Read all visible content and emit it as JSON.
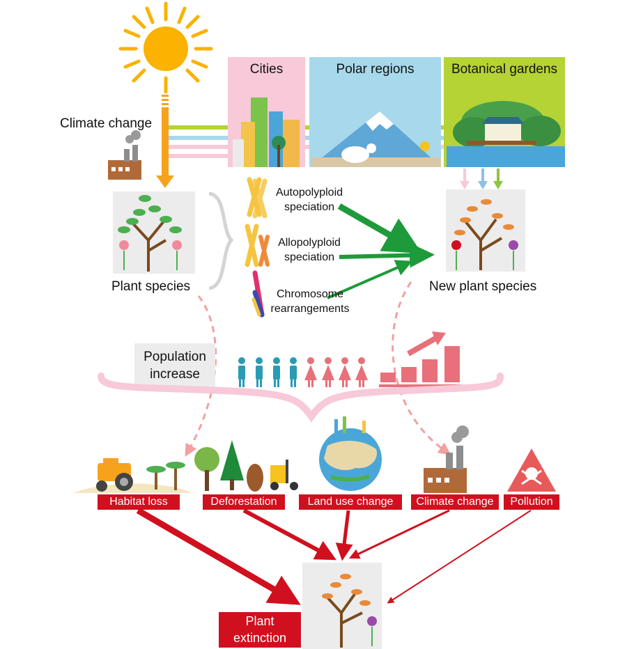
{
  "top": {
    "climate_change": "Climate change",
    "panels": [
      {
        "title": "Cities",
        "color": "#f7c9d9"
      },
      {
        "title": "Polar regions",
        "color": "#a8d8ec"
      },
      {
        "title": "Botanical gardens",
        "color": "#b5d334"
      }
    ]
  },
  "speciation": {
    "plant_species": "Plant species",
    "new_plant_species": "New plant species",
    "mechanisms": [
      {
        "line1": "Autopolyploid",
        "line2": "speciation"
      },
      {
        "line1": "Allopolyploid",
        "line2": "speciation"
      },
      {
        "line1": "Chromosome",
        "line2": "rearrangements"
      }
    ]
  },
  "population": {
    "label_line1": "Population",
    "label_line2": "increase"
  },
  "threats": [
    "Habitat loss",
    "Deforestation",
    "Land use change",
    "Climate change",
    "Pollution"
  ],
  "outcome": {
    "line1": "Plant",
    "line2": "extinction"
  },
  "colors": {
    "sun": "#fbb200",
    "green_arrow": "#1e9a3a",
    "red": "#d0101e",
    "pink_dash": "#f2a0a0",
    "male": "#2a9bb5",
    "female": "#e8707a",
    "orange_arrow": "#f7a21c"
  }
}
